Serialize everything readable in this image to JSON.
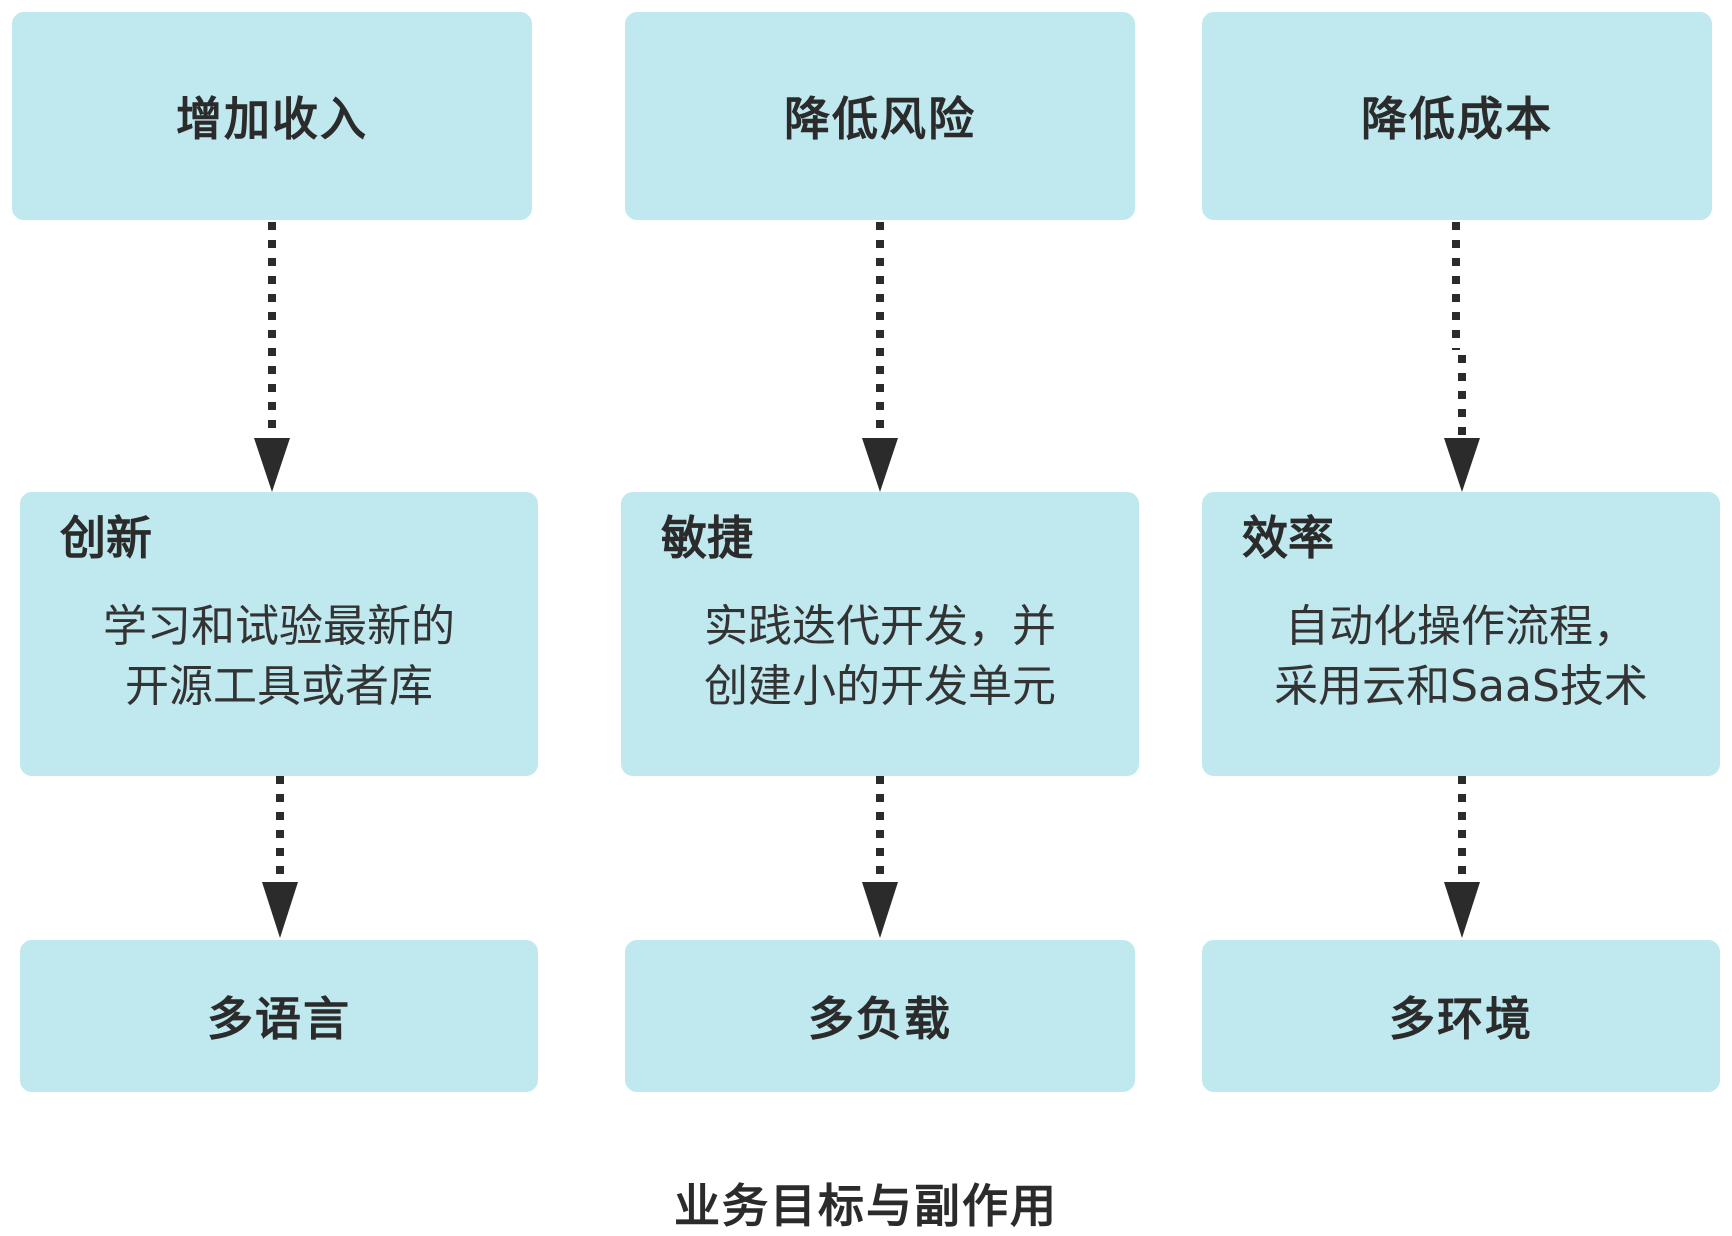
{
  "columns": [
    {
      "goal": "增加收入",
      "practice_title": "创新",
      "practice_lines": [
        "学习和试验最新的",
        "开源工具或者库"
      ],
      "side_effect": "多语言"
    },
    {
      "goal": "降低风险",
      "practice_title": "敏捷",
      "practice_lines": [
        "实践迭代开发，并",
        "创建小的开发单元"
      ],
      "side_effect": "多负载"
    },
    {
      "goal": "降低成本",
      "practice_title": "效率",
      "practice_lines": [
        "自动化操作流程，",
        "采用云和SaaS技术"
      ],
      "side_effect": "多环境"
    }
  ],
  "caption": "业务目标与副作用",
  "colors": {
    "box_fill": "#bfe8ef",
    "arrow": "#2b2b2b",
    "text": "#2b2b2b"
  }
}
